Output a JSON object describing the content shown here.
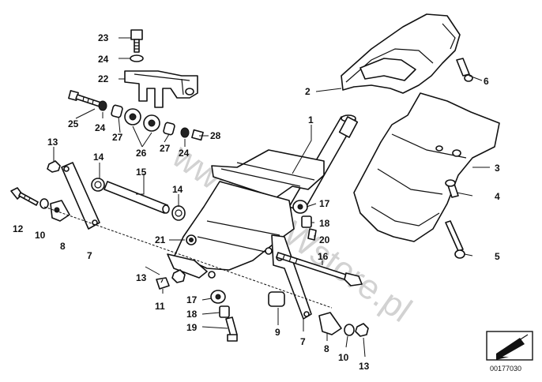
{
  "diagram": {
    "watermark": "www.BMWstore.pl",
    "catalog_number": "00177030",
    "callouts": {
      "c1": "1",
      "c2": "2",
      "c3": "3",
      "c4": "4",
      "c5": "5",
      "c6": "6",
      "c7a": "7",
      "c7b": "7",
      "c8a": "8",
      "c8b": "8",
      "c9": "9",
      "c10a": "10",
      "c10b": "10",
      "c11": "11",
      "c12": "12",
      "c13a": "13",
      "c13b": "13",
      "c13c": "13",
      "c14a": "14",
      "c14b": "14",
      "c15": "15",
      "c16": "16",
      "c17a": "17",
      "c17b": "17",
      "c18a": "18",
      "c18b": "18",
      "c19": "19",
      "c20": "20",
      "c21": "21",
      "c22": "22",
      "c23": "23",
      "c24a": "24",
      "c24b": "24",
      "c24c": "24",
      "c25": "25",
      "c26": "26",
      "c27a": "27",
      "c27b": "27",
      "c28": "28"
    }
  }
}
